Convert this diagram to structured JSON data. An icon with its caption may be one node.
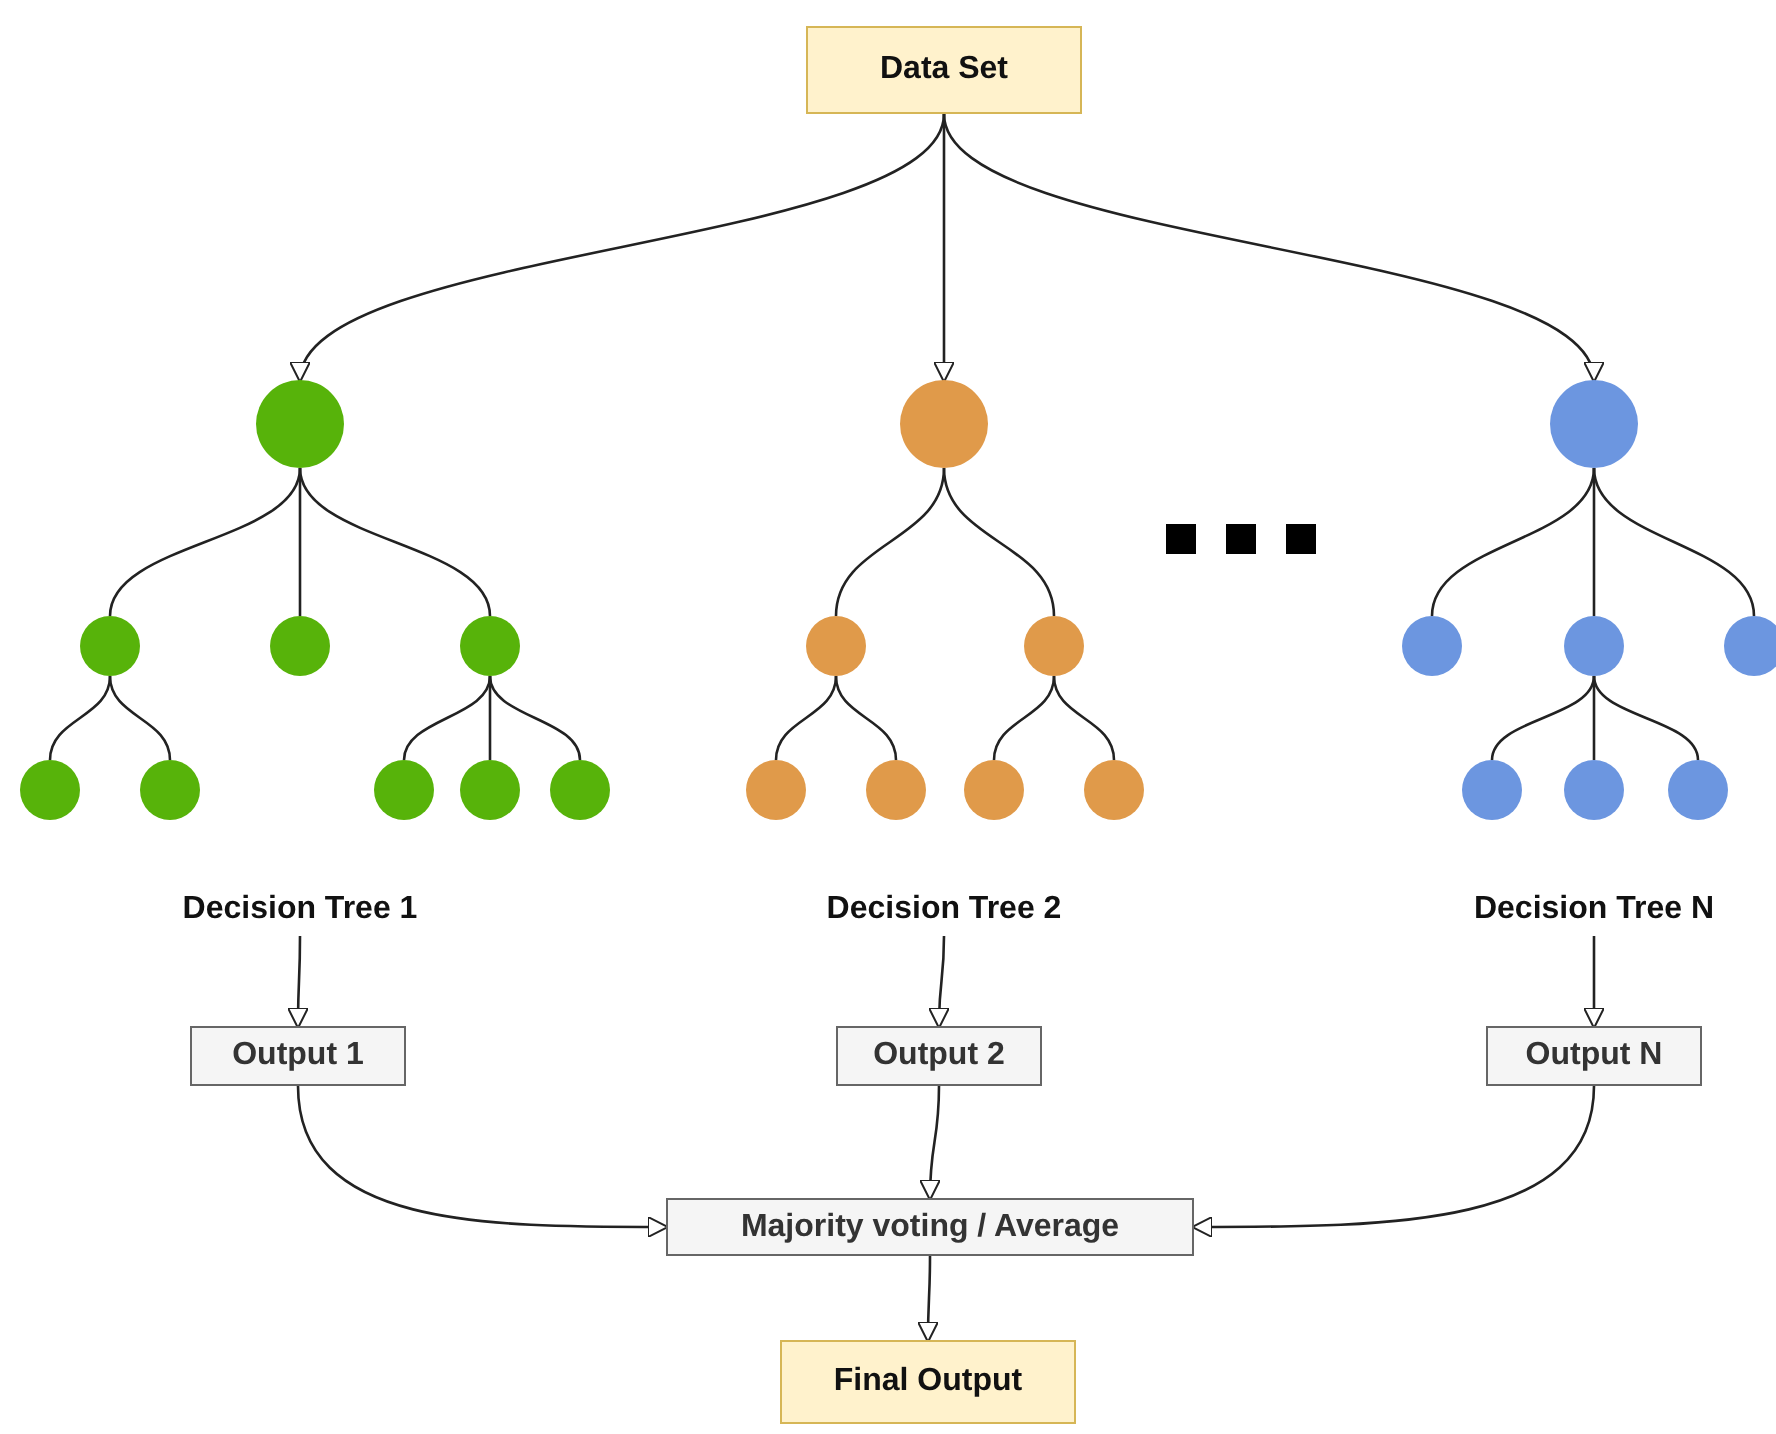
{
  "diagram": {
    "nodes": [
      {
        "text": [
          "Data Set"
        ]
      },
      {
        "text": [],
        "shape": "circle"
      },
      {
        "text": [],
        "shape": "circle"
      },
      {
        "text": [],
        "shape": "circle"
      },
      {
        "text": [],
        "shape": "circle"
      },
      {
        "text": [],
        "shape": "circle"
      },
      {
        "text": [],
        "shape": "circle"
      },
      {
        "text": [],
        "shape": "circle"
      },
      {
        "text": [],
        "shape": "circle"
      },
      {
        "text": [],
        "shape": "circle"
      },
      {
        "text": [],
        "shape": "circle"
      },
      {
        "text": [],
        "shape": "circle"
      },
      {
        "text": [],
        "shape": "circle"
      },
      {
        "text": [],
        "shape": "circle"
      },
      {
        "text": [],
        "shape": "circle"
      },
      {
        "text": [],
        "shape": "circle"
      },
      {
        "text": [],
        "shape": "circle"
      },
      {
        "text": [],
        "shape": "circle"
      },
      {
        "text": [],
        "shape": "circle"
      },
      {
        "text": [],
        "shape": "circle"
      },
      {
        "text": [],
        "shape": "circle"
      },
      {
        "text": [],
        "shape": "circle"
      },
      {
        "text": [],
        "shape": "circle"
      },
      {
        "text": [],
        "shape": "circle"
      },
      {
        "text": [
          "Decision Tree 1"
        ]
      },
      {
        "text": [
          "Decision Tree 2"
        ]
      },
      {
        "text": [
          "Decision Tree N"
        ]
      },
      {
        "text": [
          "Output 1"
        ]
      },
      {
        "text": [
          "Output 2"
        ]
      },
      {
        "text": [
          "Output N"
        ]
      },
      {
        "text": [
          "Majority voting / Average"
        ]
      },
      {
        "text": [
          "Final Output"
        ]
      }
    ],
    "edges": [
      {
        "from": 0,
        "to": 1,
        "arrow": "to"
      },
      {
        "from": 0,
        "to": 10,
        "arrow": "to"
      },
      {
        "from": 0,
        "to": 17,
        "arrow": "to"
      },
      {
        "from": 1,
        "to": 2,
        "arrow": "none"
      },
      {
        "from": 1,
        "to": 3,
        "arrow": "none"
      },
      {
        "from": 1,
        "to": 4,
        "arrow": "none"
      },
      {
        "from": 2,
        "to": 5,
        "arrow": "none"
      },
      {
        "from": 2,
        "to": 6,
        "arrow": "none"
      },
      {
        "from": 4,
        "to": 7,
        "arrow": "none"
      },
      {
        "from": 4,
        "to": 8,
        "arrow": "none"
      },
      {
        "from": 4,
        "to": 9,
        "arrow": "none"
      },
      {
        "from": 10,
        "to": 11,
        "arrow": "none"
      },
      {
        "from": 10,
        "to": 12,
        "arrow": "none"
      },
      {
        "from": 11,
        "to": 13,
        "arrow": "none"
      },
      {
        "from": 11,
        "to": 14,
        "arrow": "none"
      },
      {
        "from": 12,
        "to": 15,
        "arrow": "none"
      },
      {
        "from": 12,
        "to": 16,
        "arrow": "none"
      },
      {
        "from": 17,
        "to": 18,
        "arrow": "none"
      },
      {
        "from": 17,
        "to": 19,
        "arrow": "none"
      },
      {
        "from": 17,
        "to": 20,
        "arrow": "none"
      },
      {
        "from": 19,
        "to": 21,
        "arrow": "none"
      },
      {
        "from": 19,
        "to": 22,
        "arrow": "none"
      },
      {
        "from": 19,
        "to": 23,
        "arrow": "none"
      },
      {
        "from": 24,
        "to": 27,
        "arrow": "to"
      },
      {
        "from": 25,
        "to": 28,
        "arrow": "to"
      },
      {
        "from": 26,
        "to": 29,
        "arrow": "to"
      },
      {
        "from": 27,
        "to": 30,
        "arrow": "to"
      },
      {
        "from": 28,
        "to": 30,
        "arrow": "to"
      },
      {
        "from": 29,
        "to": 30,
        "arrow": "to"
      },
      {
        "from": 30,
        "to": 31,
        "arrow": "to"
      }
    ]
  }
}
